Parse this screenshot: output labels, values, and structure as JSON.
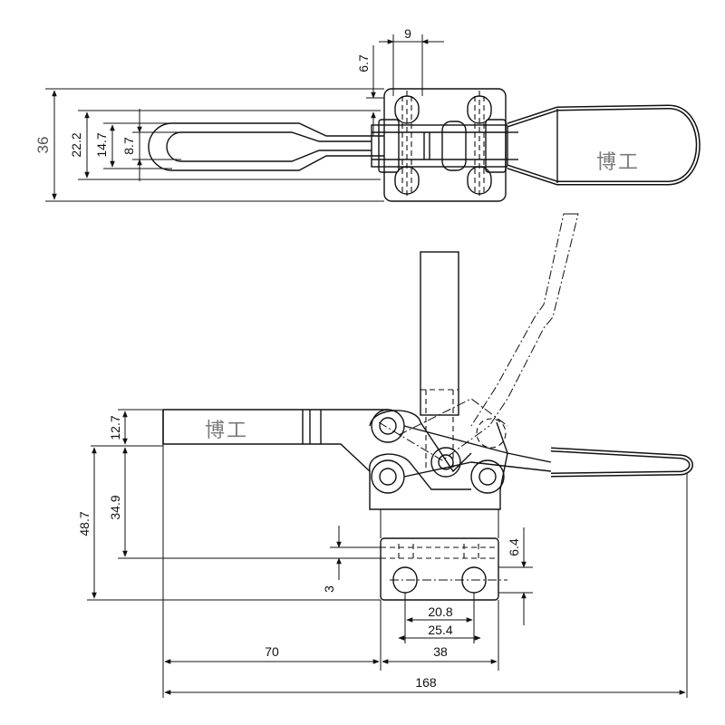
{
  "watermark": "博工",
  "top_view_dimensions": {
    "overall_width": "36",
    "outer_slot": "22.2",
    "mid_slot": "14.7",
    "inner_slot": "8.7",
    "hole_offset": "6.7",
    "hole_spacing": "9"
  },
  "side_view_dimensions": {
    "arm_thickness": "12.7",
    "spindle_to_bar": "34.9",
    "total_height": "48.7",
    "base_thickness": "3",
    "hole_row": "6.4",
    "hole_centers_inner": "20.8",
    "hole_centers_outer": "25.4",
    "bar_length": "70",
    "base_length": "38",
    "overall_length": "168"
  },
  "colors": {
    "line": "#111111",
    "watermark": "#7a7a7a",
    "background": "#ffffff"
  }
}
